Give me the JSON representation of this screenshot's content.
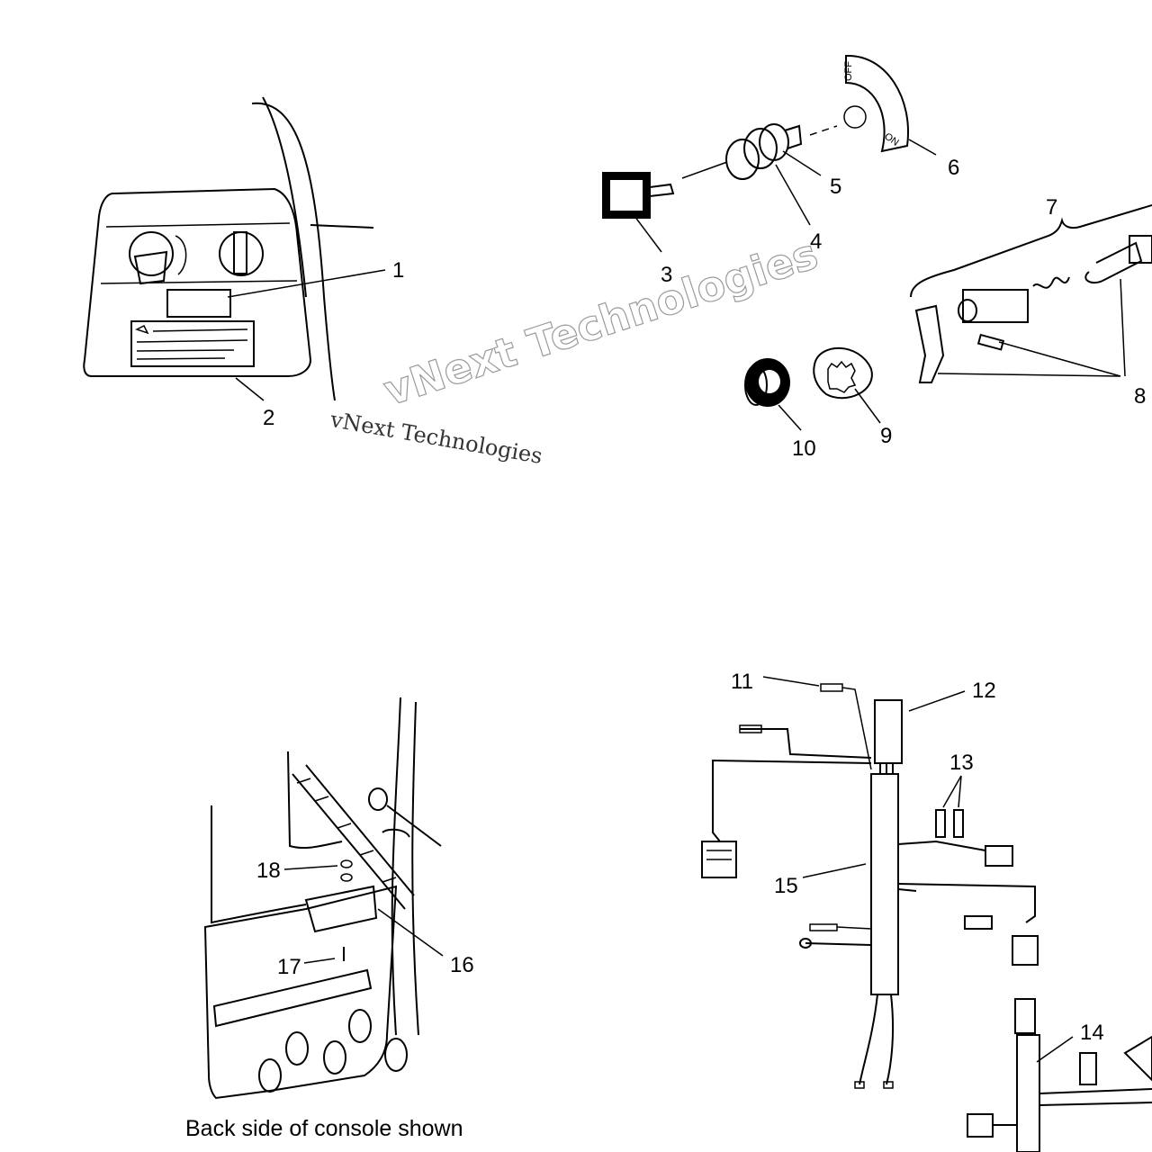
{
  "callouts": {
    "c1": "1",
    "c2": "2",
    "c3": "3",
    "c4": "4",
    "c5": "5",
    "c6": "6",
    "c7": "7",
    "c8": "8",
    "c9": "9",
    "c10": "10",
    "c11": "11",
    "c12": "12",
    "c13": "13",
    "c14": "14",
    "c15": "15",
    "c16": "16",
    "c17": "17",
    "c18": "18"
  },
  "switch_plate": {
    "off": "OFF",
    "on": "ON"
  },
  "caption": "Back side of console shown",
  "watermark": {
    "large": "vNext Technologies",
    "small": "vNext Technologies"
  }
}
